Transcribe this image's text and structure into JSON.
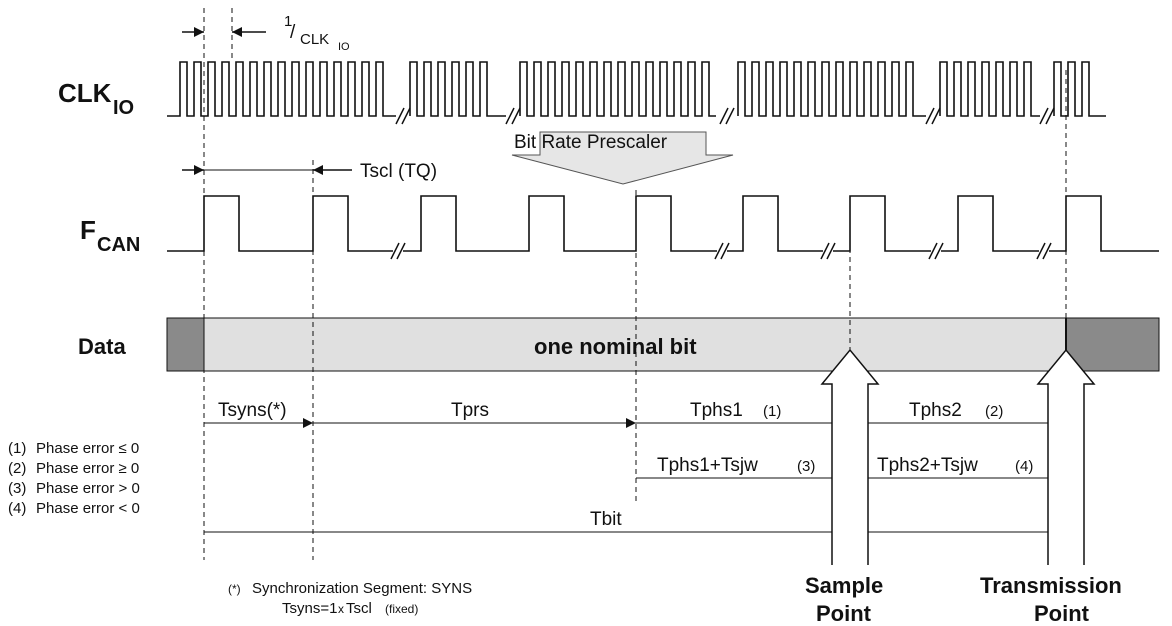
{
  "signals": {
    "clk": {
      "name": "CLK",
      "sub": "IO"
    },
    "fcan": {
      "name": "F",
      "sub": "CAN"
    },
    "data": {
      "name": "Data"
    }
  },
  "clk_period": {
    "num": "1",
    "den_main": "CLK",
    "den_sub": "IO"
  },
  "tscl_label": "Tscl (TQ)",
  "prescaler_label": "Bit Rate Prescaler",
  "bit_label": "one nominal bit",
  "segments": {
    "tsyns": "Tsyns(*)",
    "tprs": "Tprs",
    "tphs1": "Tphs1",
    "tphs1_note": "(1)",
    "tphs2": "Tphs2",
    "tphs2_note": "(2)",
    "tphs1_sjw": "Tphs1+Tsjw",
    "tphs1_sjw_note": "(3)",
    "tphs2_sjw": "Tphs2+Tsjw",
    "tphs2_sjw_note": "(4)",
    "tbit": "Tbit"
  },
  "notes": [
    {
      "num": "(1)",
      "text": "Phase error ≤ 0"
    },
    {
      "num": "(2)",
      "text": "Phase error ≥ 0"
    },
    {
      "num": "(3)",
      "text": "Phase error > 0"
    },
    {
      "num": "(4)",
      "text": "Phase error < 0"
    }
  ],
  "footnote": {
    "line1_mark": "(*)",
    "line1_text": "Synchronization Segment: SYNS",
    "line2_a": "Tsyns=1",
    "line2_x": "x",
    "line2_b": "Tscl",
    "line2_c": "(fixed)"
  },
  "sample_point": {
    "line1": "Sample",
    "line2": "Point"
  },
  "transmission_point": {
    "line1": "Transmission",
    "line2": "Point"
  },
  "colors": {
    "line": "#111111",
    "data_fill": "#e0e0e0",
    "data_edge_fill": "#8a8a8a",
    "arrow_fill": "#e6e6e6",
    "hollow_arrow_fill": "#ffffff"
  }
}
